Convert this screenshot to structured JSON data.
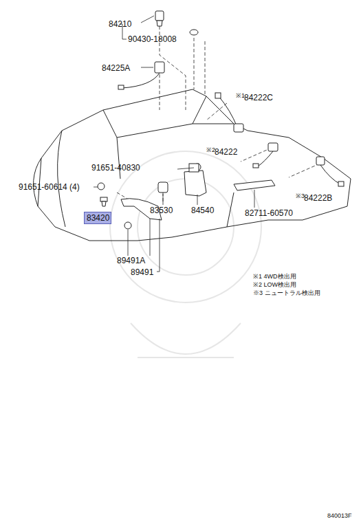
{
  "diagram": {
    "nodes": [
      {
        "text": [
          "83420"
        ]
      }
    ],
    "labels": [
      "84210",
      "90430-18008",
      "84225A",
      "※1",
      "84222C",
      "※2",
      "84222",
      "91651-40830",
      "91651-60614 (4)",
      "83530",
      "84540",
      "82711-60570",
      "※3",
      "84222B",
      "89491A",
      "89491",
      "※1 4WD検出用",
      "※2 LOW検出用",
      "※3 ニュートラル検出用",
      "840013F"
    ]
  }
}
